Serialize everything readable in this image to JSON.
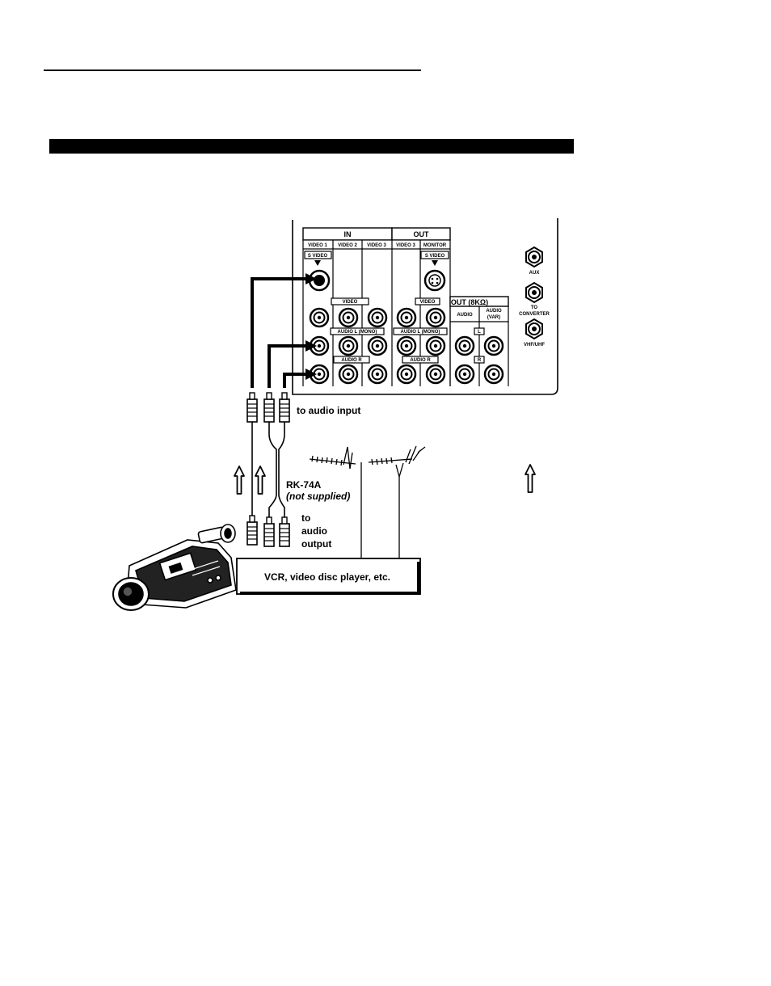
{
  "panel": {
    "in_header": "IN",
    "out_header": "OUT",
    "video1": "VIDEO 1",
    "video2": "VIDEO 2",
    "video3_in": "VIDEO 3",
    "video3_out": "VIDEO 3",
    "monitor": "MONITOR",
    "svideo_in": "S VIDEO",
    "svideo_out": "S VIDEO",
    "video_in": "VIDEO",
    "video_out": "VIDEO",
    "audio_l_in": "AUDIO L (MONO)",
    "audio_l_out": "AUDIO L (MONO)",
    "audio_r_in": "AUDIO R",
    "audio_r_out": "AUDIO R",
    "out_8k": "OUT (8KΩ)",
    "audio": "AUDIO",
    "audio_var": "AUDIO",
    "audio_var2": "(VAR)",
    "l_label": "L",
    "r_label": "R",
    "aux": "AUX",
    "to": "TO",
    "converter": "CONVERTER",
    "vhf_uhf": "VHF/UHF"
  },
  "labels": {
    "to_audio_input": "to audio input",
    "cable_model": "RK-74A",
    "not_supplied": "(not supplied)",
    "to": "to",
    "audio": "audio",
    "output": "output",
    "vcr_box": "VCR, video disc player, etc."
  }
}
